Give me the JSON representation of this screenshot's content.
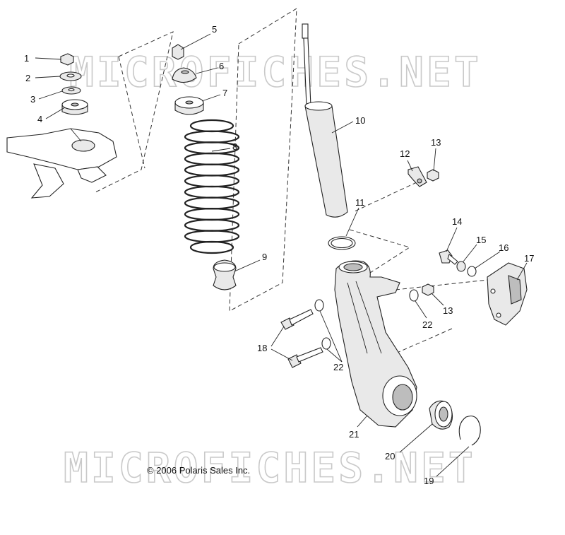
{
  "watermark": "MICROFICHES.NET",
  "copyright": "© 2006 Polaris Sales Inc.",
  "callouts": [
    {
      "id": "1",
      "label": "1"
    },
    {
      "id": "2",
      "label": "2"
    },
    {
      "id": "3",
      "label": "3"
    },
    {
      "id": "4",
      "label": "4"
    },
    {
      "id": "5",
      "label": "5"
    },
    {
      "id": "6",
      "label": "6"
    },
    {
      "id": "7",
      "label": "7"
    },
    {
      "id": "8",
      "label": "8"
    },
    {
      "id": "9",
      "label": "9"
    },
    {
      "id": "10",
      "label": "10"
    },
    {
      "id": "11",
      "label": "11"
    },
    {
      "id": "12",
      "label": "12"
    },
    {
      "id": "13a",
      "label": "13"
    },
    {
      "id": "13b",
      "label": "13"
    },
    {
      "id": "14",
      "label": "14"
    },
    {
      "id": "15",
      "label": "15"
    },
    {
      "id": "16",
      "label": "16"
    },
    {
      "id": "17",
      "label": "17"
    },
    {
      "id": "18",
      "label": "18"
    },
    {
      "id": "19",
      "label": "19"
    },
    {
      "id": "20",
      "label": "20"
    },
    {
      "id": "21",
      "label": "21"
    },
    {
      "id": "22a",
      "label": "22"
    },
    {
      "id": "22b",
      "label": "22"
    }
  ]
}
